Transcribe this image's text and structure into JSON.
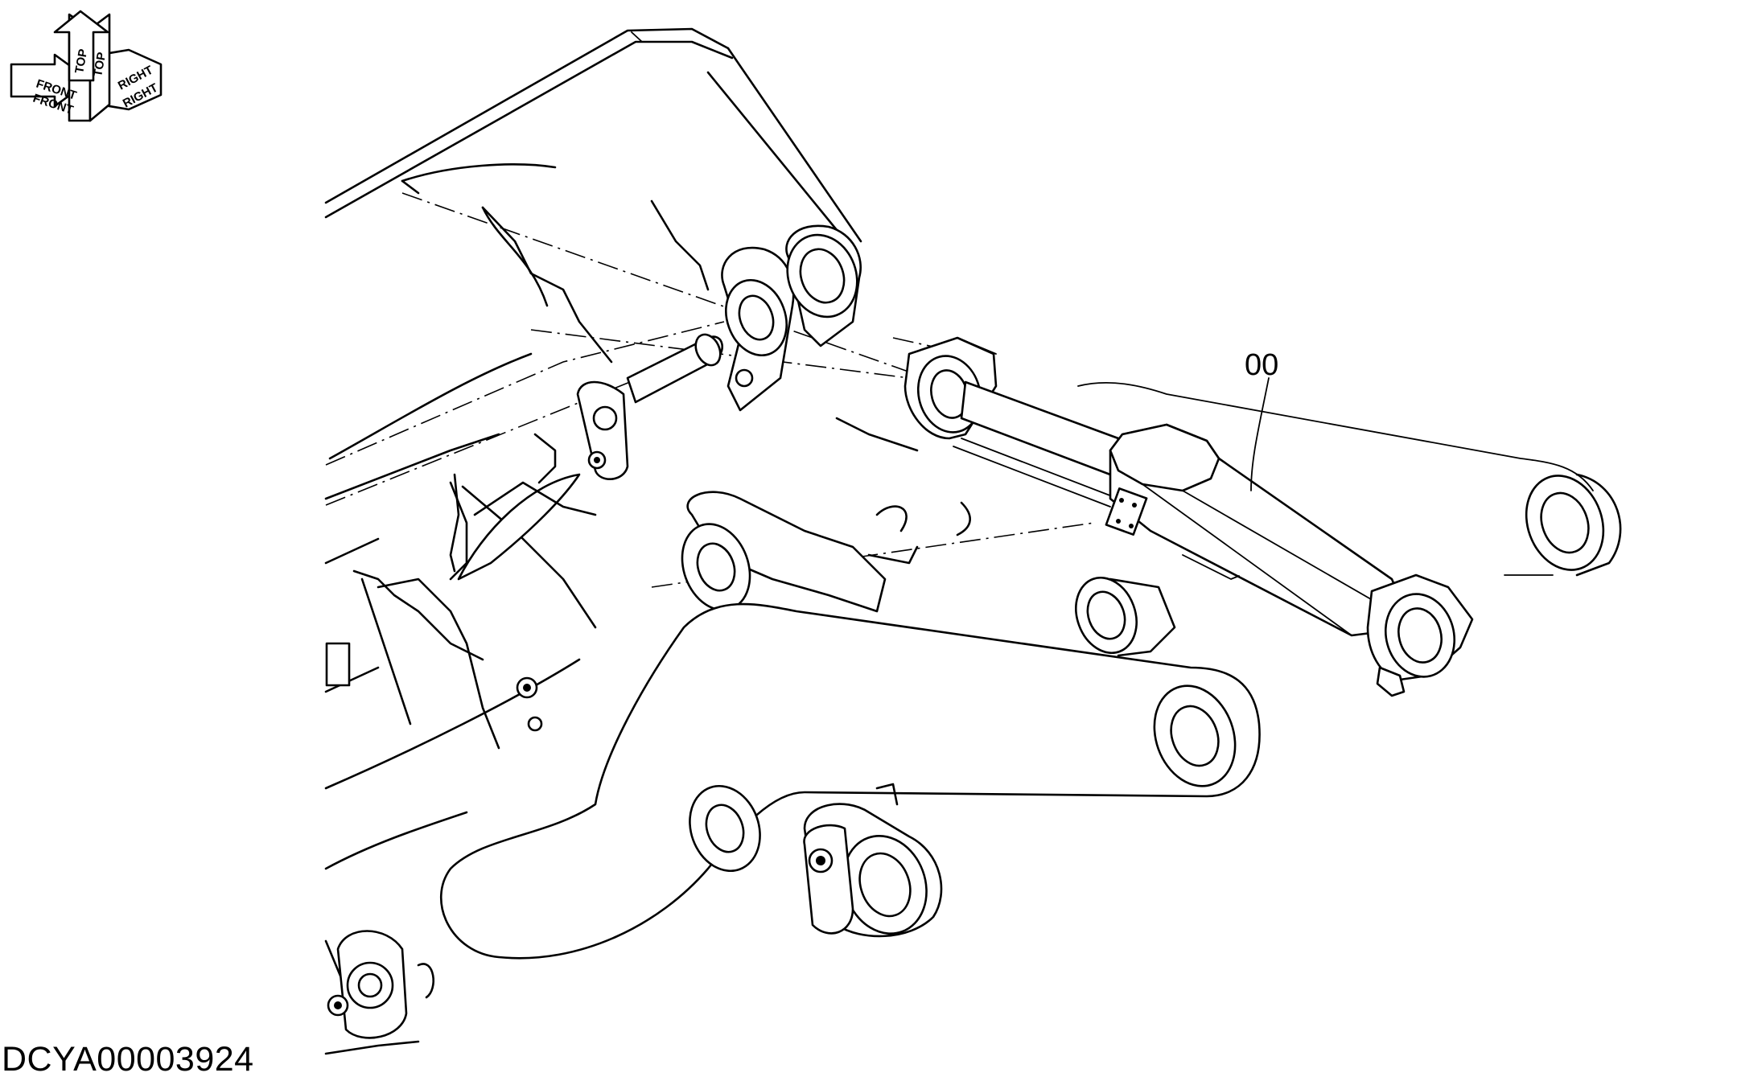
{
  "orientation": {
    "labels": [
      "TOP",
      "TOP",
      "FRONT",
      "FRONT",
      "RIGHT",
      "RIGHT"
    ]
  },
  "callout": {
    "part_number": "00"
  },
  "drawing_id": "DCYA00003924"
}
